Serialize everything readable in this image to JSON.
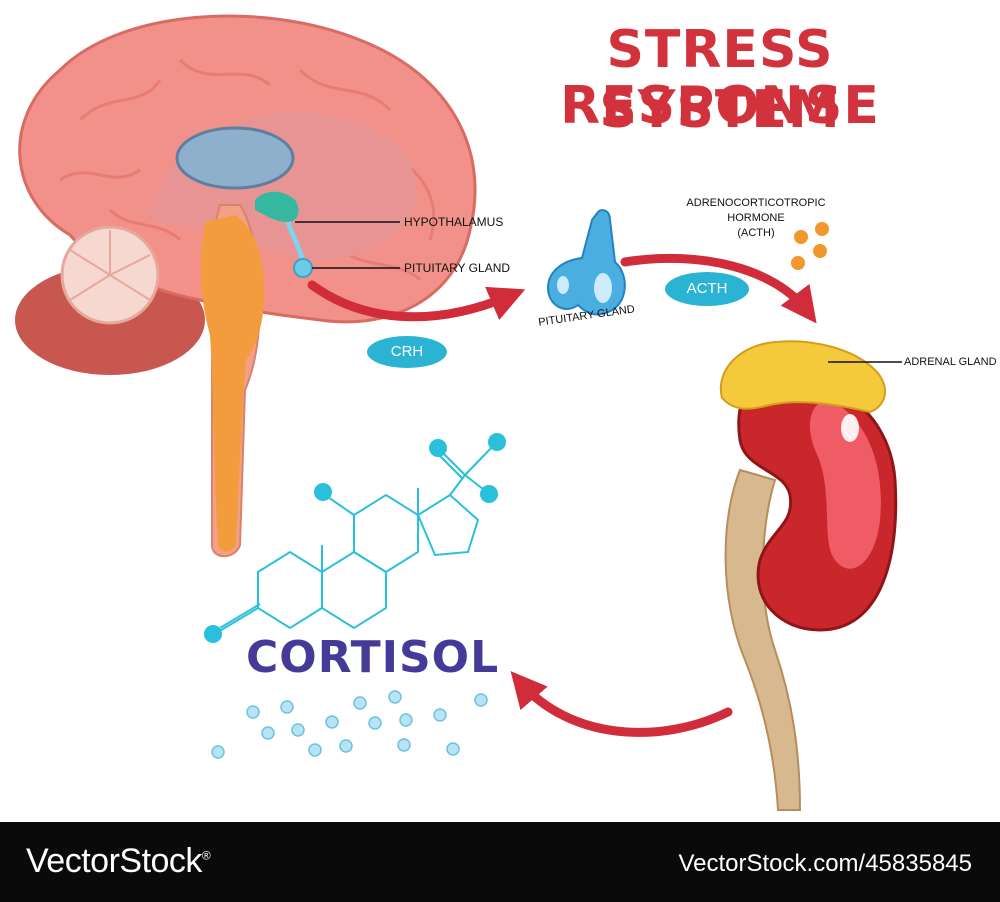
{
  "title": {
    "line1": "STRESS RESPONSE",
    "line2": "SYSTEM"
  },
  "labels": {
    "hypothalamus": "HYPOTHALAMUS",
    "pituitary_gland_brain": "PITUITARY GLAND",
    "pituitary_gland_detail": "PITUITARY GLAND",
    "acth_full_line1": "ADRENOCORTICOTROPIC",
    "acth_full_line2": "HORMONE",
    "acth_full_line3": "(ACTH)",
    "adrenal_gland": "ADRENAL GLAND",
    "cortisol": "CORTISOL"
  },
  "pills": {
    "crh": "CRH",
    "acth": "ACTH"
  },
  "footer": {
    "brand": "VectorStock",
    "brand_mark": "®",
    "image_id": "VectorStock.com/45835845"
  },
  "colors": {
    "title": "#d2323c",
    "arrow": "#d12c3a",
    "pill": "#2bb3d4",
    "cortisol_text": "#453a97",
    "molecule": "#29c0dc"
  }
}
